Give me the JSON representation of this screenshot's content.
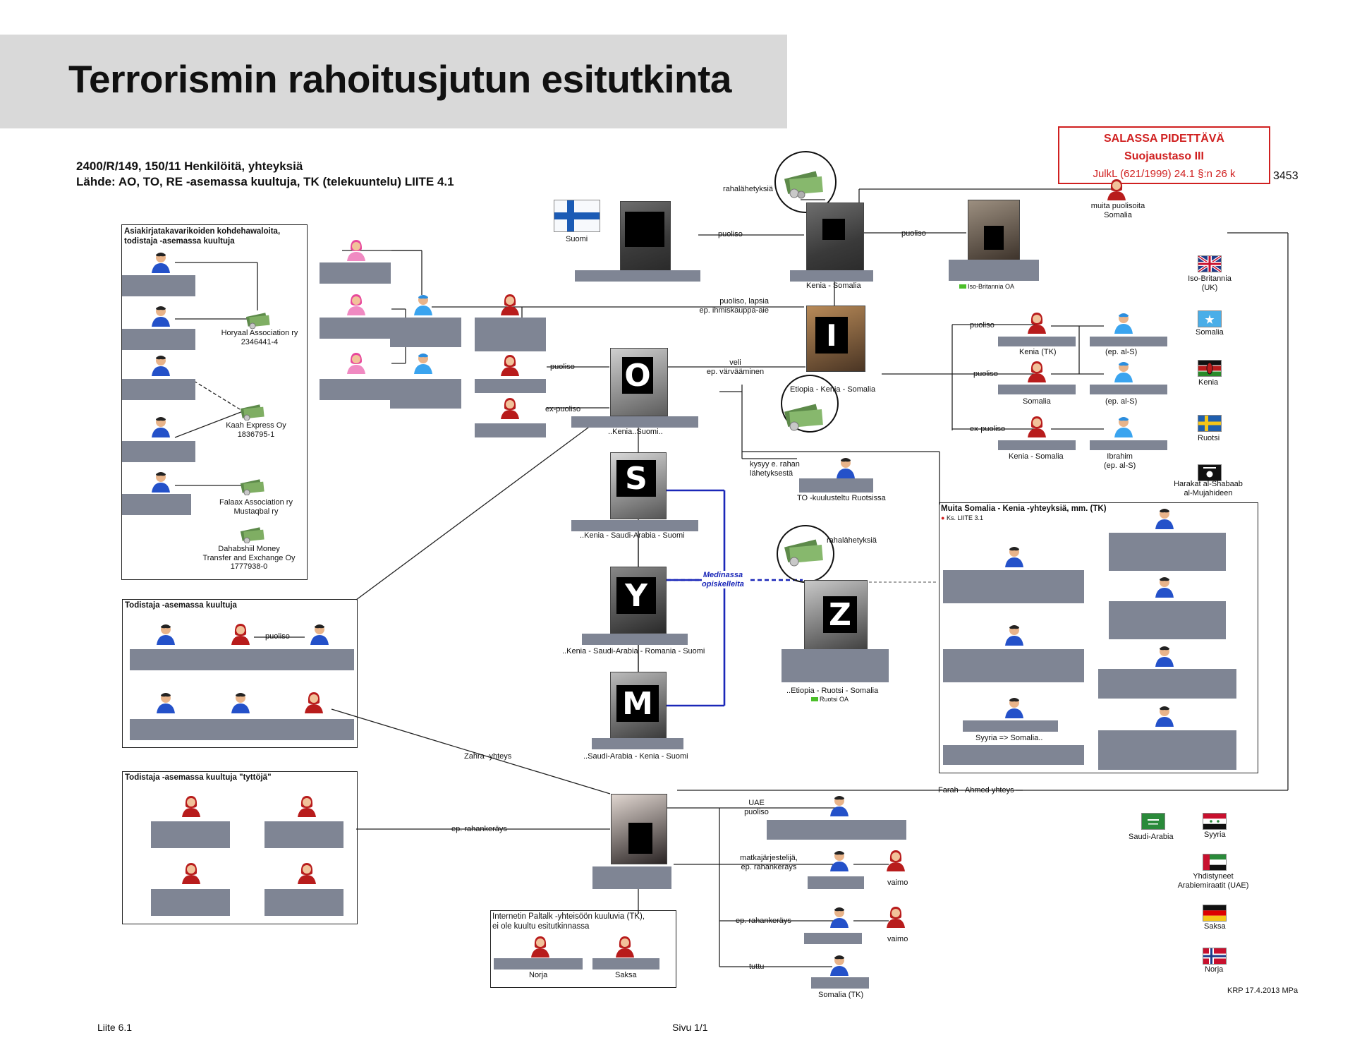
{
  "title": "Terrorismin rahoitusjutun esitutkinta",
  "header": {
    "line1": "2400/R/149, 150/11 Henkilöitä, yhteyksiä",
    "line2": "Lähde: AO, TO, RE -asemassa kuultuja, TK (telekuuntelu) LIITE 4.1"
  },
  "secret_box": {
    "line1": "SALASSA PIDETTÄVÄ",
    "line2": "Suojaustaso  III",
    "line3": "JulkL (621/1999) 24.1 §:n 26 k"
  },
  "doc_number": "3453",
  "boxes": {
    "asiakirja": "Asiakirjatakavarikoiden kohdehawaloita,\ntodistaja -asemassa kuultuja",
    "todistaja": "Todistaja -asemassa kuultuja",
    "tyttoja": "Todistaja -asemassa kuultuja \"tyttöjä\"",
    "muita": "Muita Somalia - Kenia -yhteyksiä, mm. (TK)",
    "muita_note": "Ks. LIITE 3.1",
    "internet": "Internetin Paltalk -yhteisöön kuuluvia (TK),\nei ole kuultu esitutkinnassa"
  },
  "organizations": {
    "horyaal": "Horyaal Association ry\n2346441-4",
    "kaah": "Kaah Express Oy\n1836795-1",
    "falaax": "Falaax Association ry\nMustaqbal ry",
    "dahabshiil": "Dahabshiil Money\nTransfer and Exchange Oy\n1777938-0"
  },
  "persons": {
    "O": {
      "letter": "O",
      "caption": "..Kenia..Suomi.."
    },
    "S": {
      "letter": "S",
      "caption": "..Kenia - Saudi-Arabia - Suomi"
    },
    "Y": {
      "letter": "Y",
      "caption": "..Kenia - Saudi-Arabia - Romania - Suomi"
    },
    "M": {
      "letter": "M",
      "caption": "..Saudi-Arabia - Kenia - Suomi"
    },
    "Z": {
      "letter": "Z",
      "caption": "..Etiopia - Ruotsi - Somalia",
      "sub": "Ruotsi OA"
    },
    "I": {
      "letter": "I",
      "caption": "Etiopia - Kenia - Somalia"
    },
    "top_center": {
      "caption": "Kenia - Somalia"
    },
    "top_right": {
      "sub": "Iso-Britannia OA"
    },
    "muita_puolisoita": "muita puolisoita\nSomalia"
  },
  "relation_labels": {
    "rahalahetyksia_top": "rahalähetyksiä",
    "rahalahetyksia_mid": "rahalähetyksiä",
    "puoliso_left": "puoliso",
    "puoliso_right": "puoliso",
    "puoliso_lapsia": "puoliso, lapsia\nep. ihmiskauppa-aie",
    "veli": "veli\nep. värvääminen",
    "puoliso_o": "puoliso",
    "ex_puoliso_o": "ex-puoliso",
    "kysyy": "kysyy e. rahan\nlähetyksestä",
    "to_kuulusteltu": "TO -kuulusteltu Ruotsissa",
    "medinassa": "Medinassa\nopiskelleita",
    "puoliso_todistaja": "puoliso",
    "zahra": "Zahra -yhteys",
    "farah": "Farah - Ahmed yhteys",
    "ep_rahankerays": "ep. rahankeräys",
    "uae_puoliso": "UAE\npuoliso",
    "matkajarjestelija": "matkajärjestelijä,\nep. rahankeräys",
    "ep_rahankerays2": "ep. rahankeräys",
    "tuttu": "tuttu",
    "vaimo1": "vaimo",
    "vaimo2": "vaimo",
    "somalia_tk": "Somalia (TK)",
    "syyria_somalia": "Syyria => Somalia..",
    "norja": "Norja",
    "saksa": "Saksa"
  },
  "right_cluster": {
    "kenia_tk": "Kenia (TK)",
    "somalia": "Somalia",
    "kenia_somalia": "Kenia - Somalia",
    "ep_als_1": "(ep. al-S)",
    "ep_als_2": "(ep. al-S)",
    "ibrahim": "Ibrahim\n(ep. al-S)",
    "puoliso_1": "puoliso",
    "puoliso_2": "puoliso",
    "ex_puoliso": "ex-puoliso"
  },
  "legend": {
    "suomi": "Suomi",
    "uk": "Iso-Britannia\n(UK)",
    "somalia": "Somalia",
    "kenia": "Kenia",
    "ruotsi": "Ruotsi",
    "harakat": "Harakat al-Shabaab\nal-Mujahideen",
    "saudi": "Saudi-Arabia",
    "syyria": "Syyria",
    "uae": "Yhdistyneet\nArabiemiraatit (UAE)",
    "saksa": "Saksa",
    "norja": "Norja"
  },
  "footer": {
    "liite": "Liite 6.1",
    "sivu": "Sivu 1/1",
    "krp": "KRP 17.4.2013 MPa"
  },
  "colors": {
    "redaction": "#7f8594",
    "title_bg": "#d9d9d9",
    "secret_red": "#d02020",
    "blue_line": "#1a27b8"
  }
}
